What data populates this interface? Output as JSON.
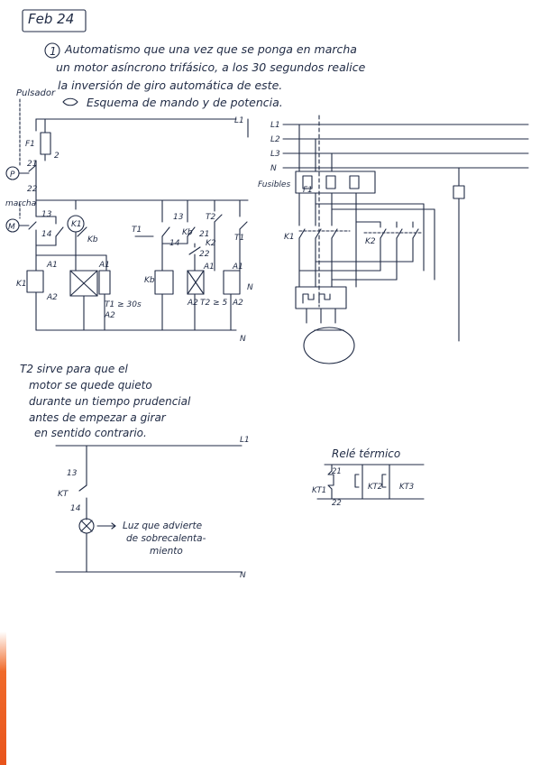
{
  "page": {
    "date_box": "Feb 24",
    "question_number": "1",
    "statement_lines": [
      "Automatismo que una vez que se ponga en marcha",
      "un motor asíncrono trifásico, a los 30 segundos realice",
      "la inversión de giro automática de este."
    ],
    "subheading": "Esquema de mando y de potencia."
  },
  "control": {
    "label_pulsador": "Pulsador",
    "label_marcha": "marcha",
    "symbol_p": "P",
    "symbol_m": "M",
    "line_L1": "L1",
    "line_N": "N",
    "fuse": "F1",
    "fuse_21": "21",
    "fuse_22": "22",
    "fuse_2": "2",
    "n13": "13",
    "n14": "14",
    "k1": "K1",
    "kb": "Kb",
    "a1": "A1",
    "a2": "A2",
    "t1": "T1",
    "t2": "T2",
    "t1_timer": "T1 ≥ 30s",
    "t2_timer": "T2 ≥ 5",
    "k1_coil": "K1",
    "kb_coil": "Kb",
    "k2": "K2",
    "n21": "21",
    "n22": "22",
    "n13b": "13",
    "n14b": "14",
    "a1b": "A1",
    "a2b": "A2"
  },
  "power": {
    "L1": "L1",
    "L2": "L2",
    "L3": "L3",
    "N": "N",
    "fusibles": "Fusibles",
    "f1": "F1",
    "k1": "K1",
    "k2": "K2"
  },
  "note": {
    "lines": [
      "T2 sirve para que el",
      "motor se quede quieto",
      "durante un tiempo prudencial",
      "antes de empezar a girar",
      "en sentido contrario."
    ]
  },
  "lamp_circuit": {
    "L1": "L1",
    "N": "N",
    "n13": "13",
    "n14": "14",
    "kr": "KT",
    "warning_lines": [
      "Luz que advierte",
      "de sobrecalenta-",
      "miento"
    ]
  },
  "thermal_relay": {
    "title": "Relé térmico",
    "kt1": "KT1",
    "kt2": "KT2",
    "kt3": "KT3",
    "n21": "21",
    "n22": "22"
  }
}
